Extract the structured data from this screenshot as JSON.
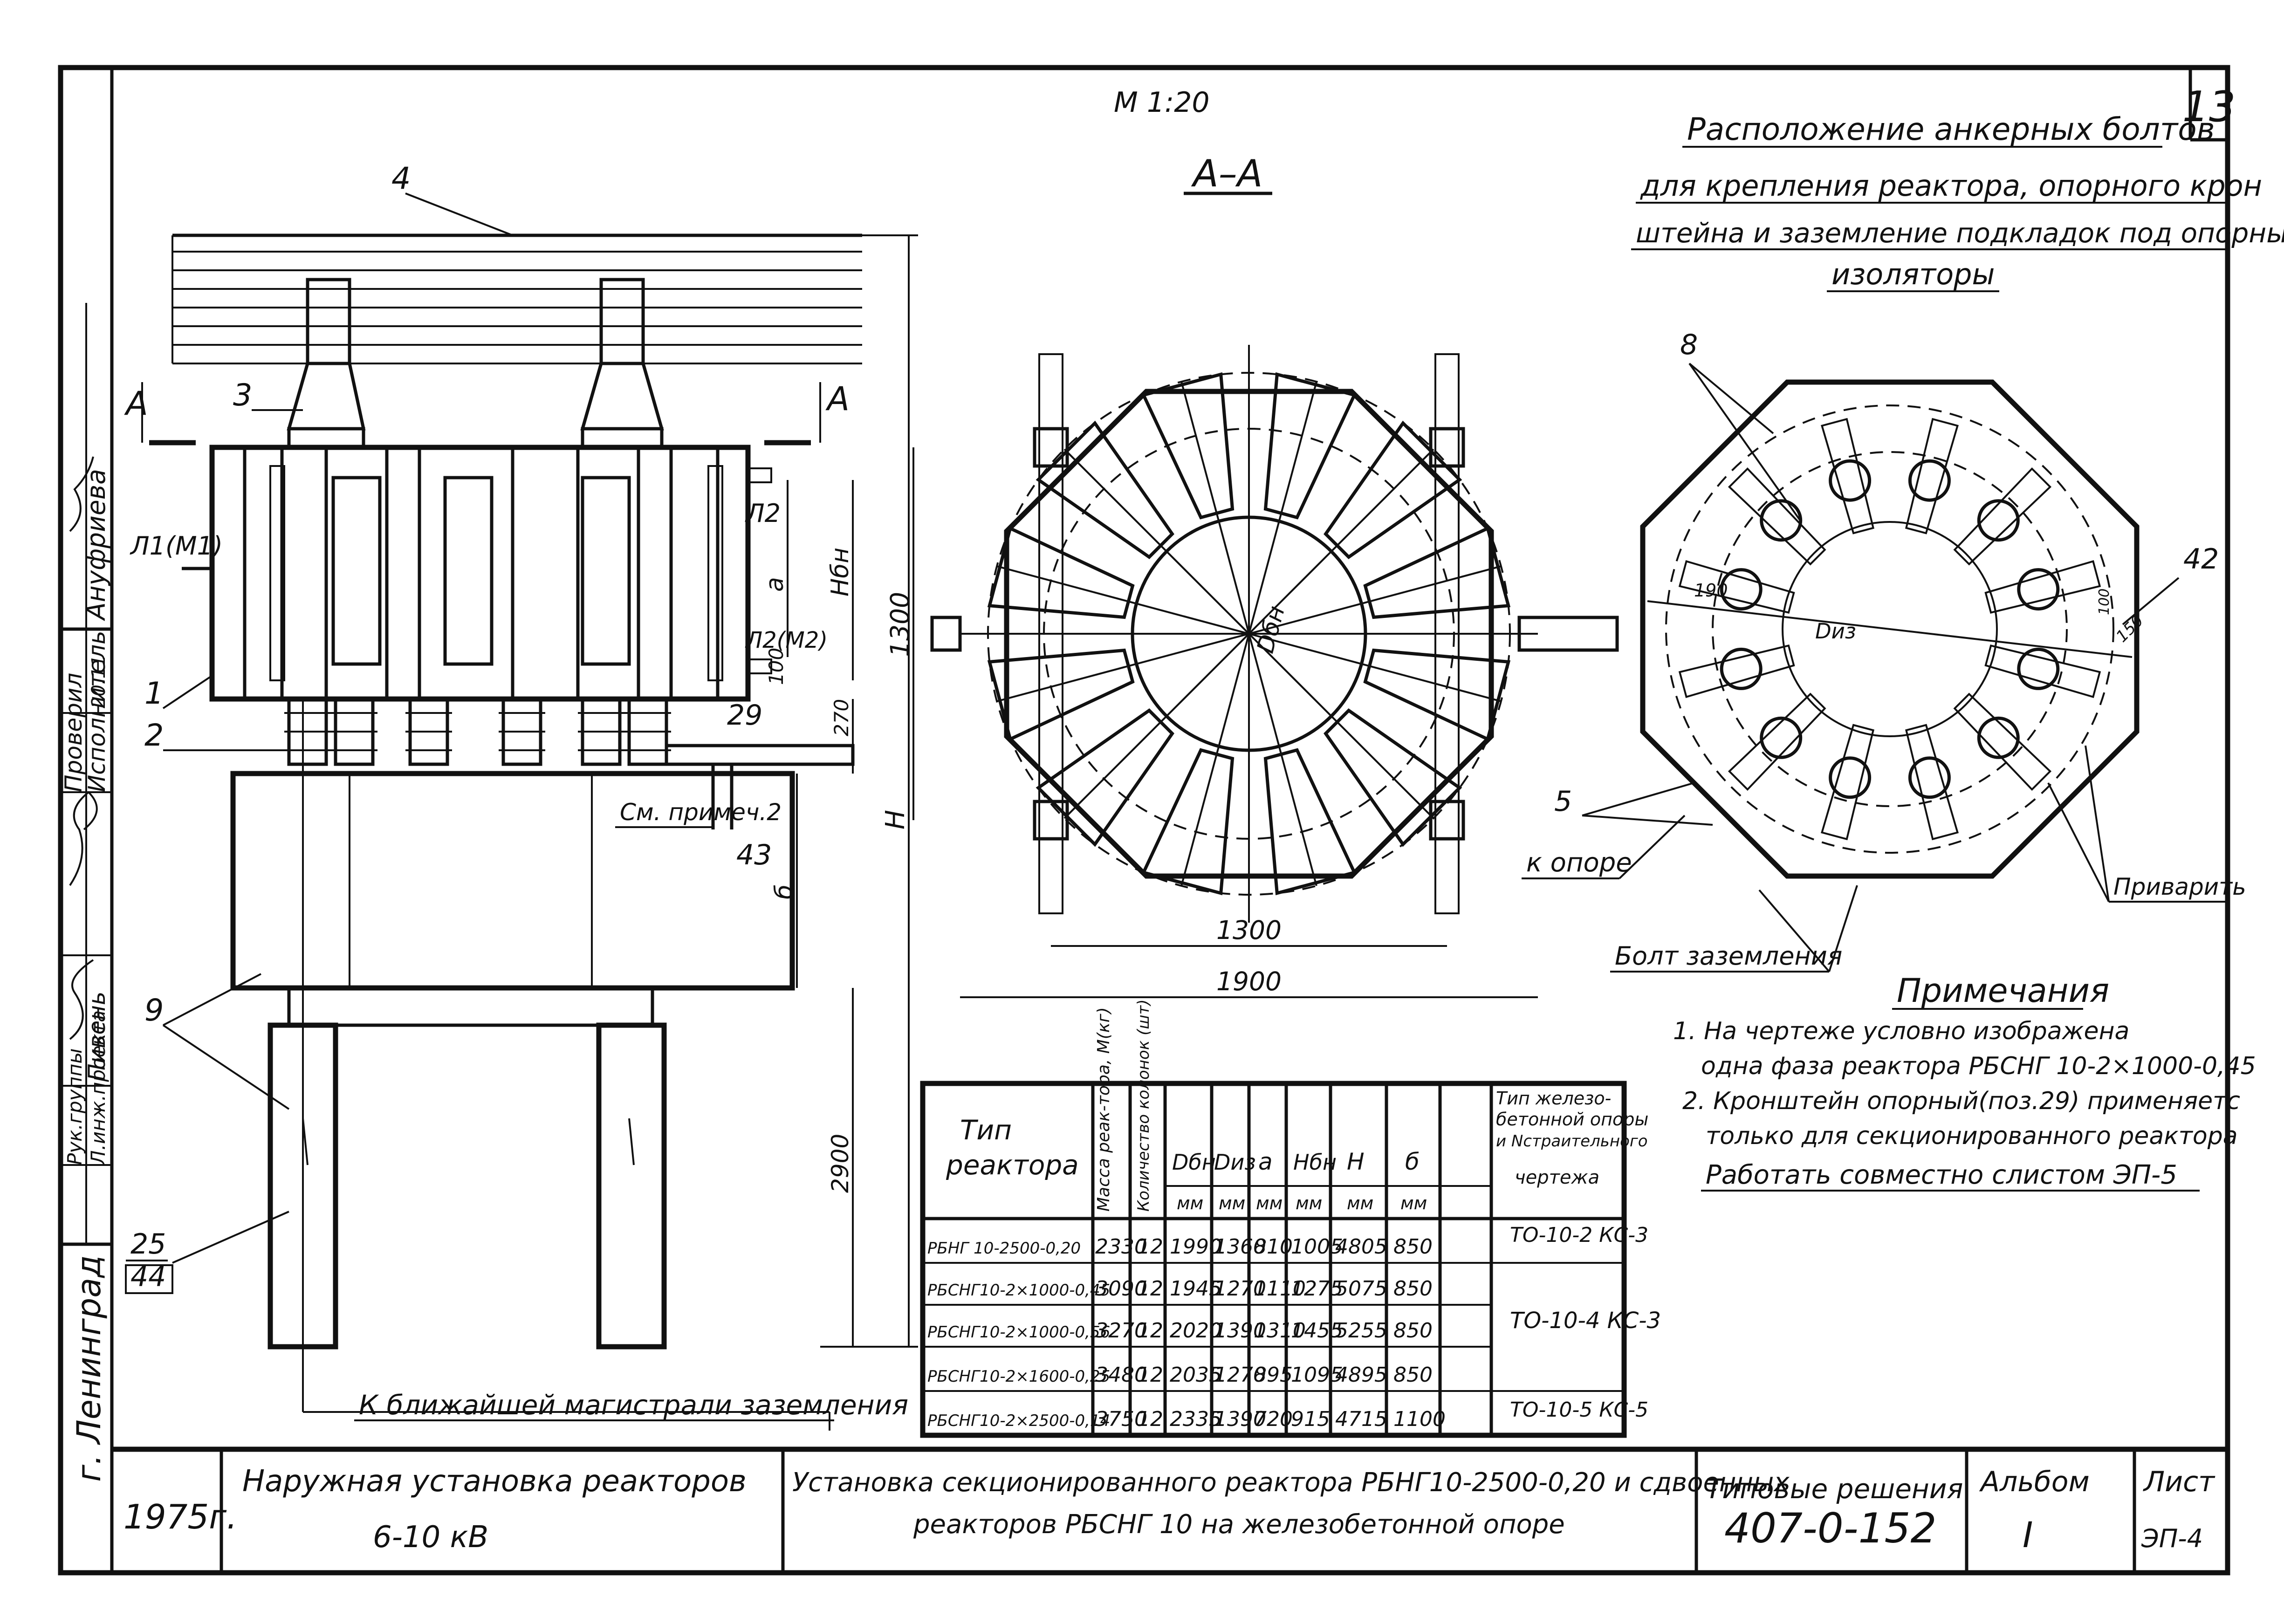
{
  "sheet": {
    "corner_number": "13",
    "scale": "М 1:20",
    "section_label": "А–А",
    "cut_marker": "А",
    "top_title": "Расположение анкерных болтов для крепления реактора, опорного кронштейна и заземление подкладок под опорны изоляторы",
    "top_title_lines": [
      "Расположение анкерных болтов",
      "для крепления реактора, опорного крон",
      "штейна и заземление подкладок под опорны",
      "изоляторы"
    ]
  },
  "left_view": {
    "callouts": [
      "4",
      "3",
      "1",
      "2",
      "9",
      "29",
      "43",
      "25",
      "44"
    ],
    "terminal_1": "Л1(М1)",
    "terminal_2": "Л2",
    "terminal_3": "Л2(М2)",
    "note_ref": "См. примеч.2",
    "dim_a": "а",
    "dim_hbn": "Нбн",
    "dim_100": "100",
    "dim_270": "270",
    "dim_H": "Н",
    "dim_b": "б",
    "dim_2900": "2900",
    "ground_text": "К ближайшей магистрали заземления"
  },
  "middle_view": {
    "dim_1300_v": "1300",
    "dim_1300_h": "1300",
    "dim_1900": "1900",
    "diameter_label": "Dбн"
  },
  "right_view": {
    "callout_8": "8",
    "callout_42": "42",
    "callout_5": "5",
    "dim_190": "190",
    "dim_100": "100",
    "dim_150": "150",
    "diameter_label": "Dиз",
    "to_support": "к опоре",
    "weld": "Приварить",
    "ground_bolt": "Болт заземления"
  },
  "notes": {
    "heading": "Примечания",
    "items": [
      "1. На чертеже условно изображена",
      "одна фаза реактора РБСНГ 10-2×1000-0,45",
      "2. Кронштейн опорный(поз.29) применяетс",
      "только для секционированного реактора",
      "Работать совместно слистом ЭП-5"
    ]
  },
  "table": {
    "headers": {
      "type": "Тип реактора",
      "mass": "Масса реак-тора, М(кг)",
      "columns": "Количество колонок (шт)",
      "dbn": "Dбн",
      "diz": "Dиз",
      "a": "а",
      "hbn": "Нбн",
      "h": "Н",
      "b": "б",
      "support": "Тип железо-бетонной опоры и Nстраительного чертежа",
      "unit": "мм"
    },
    "rows": [
      [
        "РБНГ 10-2500-0,20",
        "2330",
        "12",
        "1990",
        "1360",
        "810",
        "1005",
        "4805",
        "850"
      ],
      [
        "РБСНГ10-2×1000-0,45",
        "3090",
        "12",
        "1945",
        "1270",
        "1110",
        "1275",
        "5075",
        "850"
      ],
      [
        "РБСНГ10-2×1000-0,56",
        "3270",
        "12",
        "2020",
        "1390",
        "1310",
        "1455",
        "5255",
        "850"
      ],
      [
        "РБСНГ10-2×1600-0,25",
        "3480",
        "12",
        "2035",
        "1270",
        "895",
        "1095",
        "4895",
        "850"
      ],
      [
        "РБСНГ10-2×2500-0,14",
        "3750",
        "12",
        "2335",
        "1390",
        "720",
        "915",
        "4715",
        "1100"
      ]
    ],
    "support_groups": [
      "ТО-10-2 КС-3",
      "ТО-10-4 КС-3",
      "ТО-10-5 КС-5"
    ]
  },
  "side_stamp": {
    "city": "г. Ленинград",
    "roles": [
      "Исполнитель",
      "Проверил",
      "Л.инж.проекта",
      "Рук.группы"
    ],
    "names": [
      "Ануфриева",
      "Пивень"
    ],
    "date": "20.11"
  },
  "title_block": {
    "year": "1975г.",
    "project": "Наружная установка реакторов",
    "voltage": "6-10 кВ",
    "description_1": "Установка секционированного реактора РБНГ10-2500-0,20 и сдвоенных",
    "description_2": "реакторов РБСНГ 10 на железобетонной опоре",
    "series_label": "Типовые решения",
    "series_number": "407-0-152",
    "album_label": "Альбом",
    "album_number": "I",
    "sheet_label": "Лист",
    "sheet_number": "ЭП-4"
  }
}
